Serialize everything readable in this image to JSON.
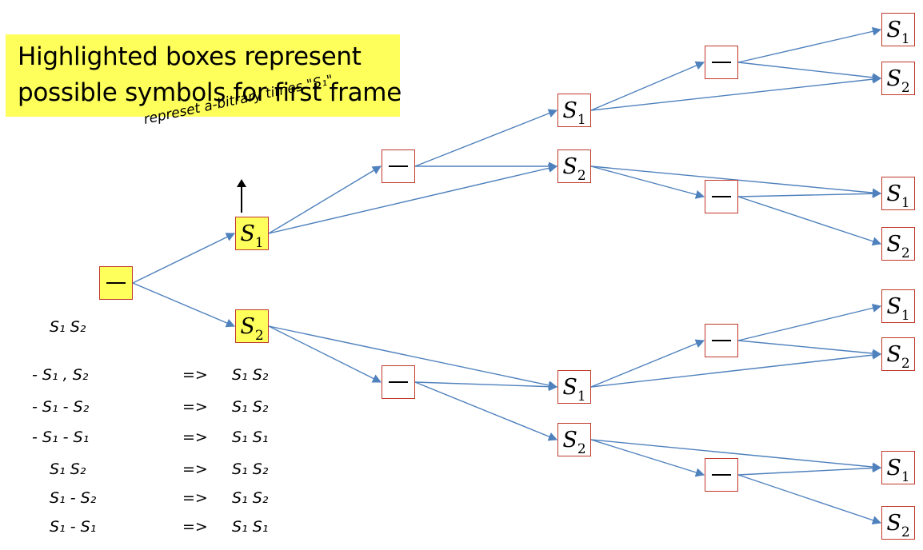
{
  "callout": {
    "line1": "Highlighted boxes represent",
    "line2": "possible symbols for first frame",
    "color": "#ffff5c"
  },
  "annotation": {
    "text": "represet a-bitrary times \"S₁\"",
    "points_to": "S1 (level 1)"
  },
  "colors": {
    "edge": "#4f81bd",
    "node_border": "#c0392b",
    "highlight": "#ffff5c"
  },
  "nodes": [
    {
      "id": "n0",
      "symbol": "blank",
      "label": "—",
      "sub": "",
      "highlighted": true
    },
    {
      "id": "n1",
      "symbol": "S",
      "label": "S",
      "sub": "1",
      "highlighted": true
    },
    {
      "id": "n2",
      "symbol": "S",
      "label": "S",
      "sub": "2",
      "highlighted": true
    },
    {
      "id": "n3",
      "symbol": "blank",
      "label": "—",
      "sub": "",
      "highlighted": false
    },
    {
      "id": "n4",
      "symbol": "blank",
      "label": "—",
      "sub": "",
      "highlighted": false
    },
    {
      "id": "n5",
      "symbol": "S",
      "label": "S",
      "sub": "1",
      "highlighted": false
    },
    {
      "id": "n6",
      "symbol": "S",
      "label": "S",
      "sub": "2",
      "highlighted": false
    },
    {
      "id": "n7",
      "symbol": "S",
      "label": "S",
      "sub": "1",
      "highlighted": false
    },
    {
      "id": "n8",
      "symbol": "S",
      "label": "S",
      "sub": "2",
      "highlighted": false
    },
    {
      "id": "n9",
      "symbol": "blank",
      "label": "—",
      "sub": "",
      "highlighted": false
    },
    {
      "id": "n10",
      "symbol": "blank",
      "label": "—",
      "sub": "",
      "highlighted": false
    },
    {
      "id": "n11",
      "symbol": "blank",
      "label": "—",
      "sub": "",
      "highlighted": false
    },
    {
      "id": "n12",
      "symbol": "blank",
      "label": "—",
      "sub": "",
      "highlighted": false
    },
    {
      "id": "n13",
      "symbol": "S",
      "label": "S",
      "sub": "1",
      "highlighted": false
    },
    {
      "id": "n14",
      "symbol": "S",
      "label": "S",
      "sub": "2",
      "highlighted": false
    },
    {
      "id": "n15",
      "symbol": "S",
      "label": "S",
      "sub": "1",
      "highlighted": false
    },
    {
      "id": "n16",
      "symbol": "S",
      "label": "S",
      "sub": "2",
      "highlighted": false
    },
    {
      "id": "n17",
      "symbol": "S",
      "label": "S",
      "sub": "1",
      "highlighted": false
    },
    {
      "id": "n18",
      "symbol": "S",
      "label": "S",
      "sub": "2",
      "highlighted": false
    },
    {
      "id": "n19",
      "symbol": "S",
      "label": "S",
      "sub": "1",
      "highlighted": false
    },
    {
      "id": "n20",
      "symbol": "S",
      "label": "S",
      "sub": "2",
      "highlighted": false
    }
  ],
  "edges": [
    [
      "n0",
      "n1"
    ],
    [
      "n0",
      "n2"
    ],
    [
      "n1",
      "n3"
    ],
    [
      "n1",
      "n6"
    ],
    [
      "n3",
      "n5"
    ],
    [
      "n3",
      "n6"
    ],
    [
      "n2",
      "n4"
    ],
    [
      "n2",
      "n7"
    ],
    [
      "n4",
      "n7"
    ],
    [
      "n4",
      "n8"
    ],
    [
      "n5",
      "n9"
    ],
    [
      "n5",
      "n14"
    ],
    [
      "n9",
      "n13"
    ],
    [
      "n9",
      "n14"
    ],
    [
      "n6",
      "n10"
    ],
    [
      "n6",
      "n15"
    ],
    [
      "n10",
      "n15"
    ],
    [
      "n10",
      "n16"
    ],
    [
      "n7",
      "n11"
    ],
    [
      "n7",
      "n18"
    ],
    [
      "n11",
      "n17"
    ],
    [
      "n11",
      "n18"
    ],
    [
      "n8",
      "n12"
    ],
    [
      "n8",
      "n19"
    ],
    [
      "n12",
      "n19"
    ],
    [
      "n12",
      "n20"
    ]
  ],
  "handwritten": {
    "header": "S₁ S₂",
    "rows": [
      {
        "lhs": "- S₁ , S₂",
        "arrow": "=>",
        "rhs": "S₁ S₂"
      },
      {
        "lhs": "- S₁ - S₂",
        "arrow": "=>",
        "rhs": "S₁ S₂"
      },
      {
        "lhs": "- S₁ - S₁",
        "arrow": "=>",
        "rhs": "S₁ S₁"
      },
      {
        "lhs": "S₁ S₂",
        "arrow": "=>",
        "rhs": "S₁ S₂"
      },
      {
        "lhs": "S₁ - S₂",
        "arrow": "=>",
        "rhs": "S₁ S₂"
      },
      {
        "lhs": "S₁ - S₁",
        "arrow": "=>",
        "rhs": "S₁ S₁"
      }
    ]
  }
}
